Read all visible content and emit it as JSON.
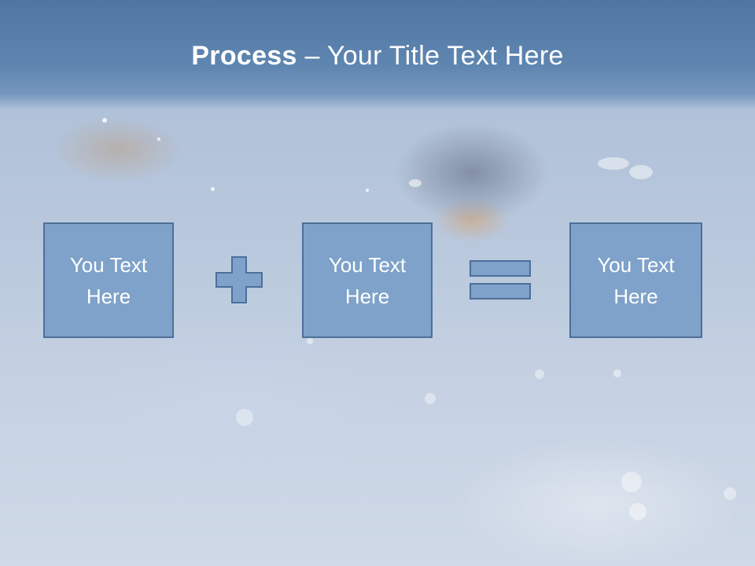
{
  "title": {
    "bold": "Process",
    "rest": " – Your Title Text Here"
  },
  "boxes": [
    {
      "label": "You Text Here"
    },
    {
      "label": "You Text Here"
    },
    {
      "label": "You Text Here"
    }
  ],
  "operators": [
    "plus-icon",
    "equals-icon"
  ],
  "colors": {
    "title_bar": "#5a80ab",
    "box_fill": "#7ea2c9",
    "box_border": "#4d6f99",
    "text": "#ffffff"
  }
}
